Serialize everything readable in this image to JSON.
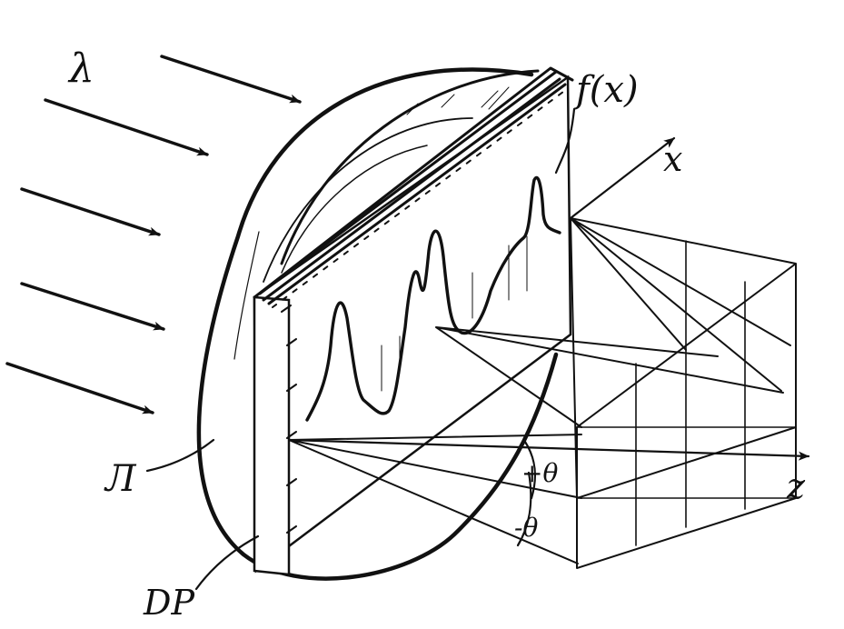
{
  "labels": {
    "wavelength": "λ",
    "profile": "f(x)",
    "x_axis": "x",
    "z_axis": "z",
    "lens": "Л",
    "plate": "DP",
    "plus_theta": "+θ",
    "minus_theta": "-θ"
  },
  "colors": {
    "ink": "#111111",
    "paper": "#ffffff"
  }
}
